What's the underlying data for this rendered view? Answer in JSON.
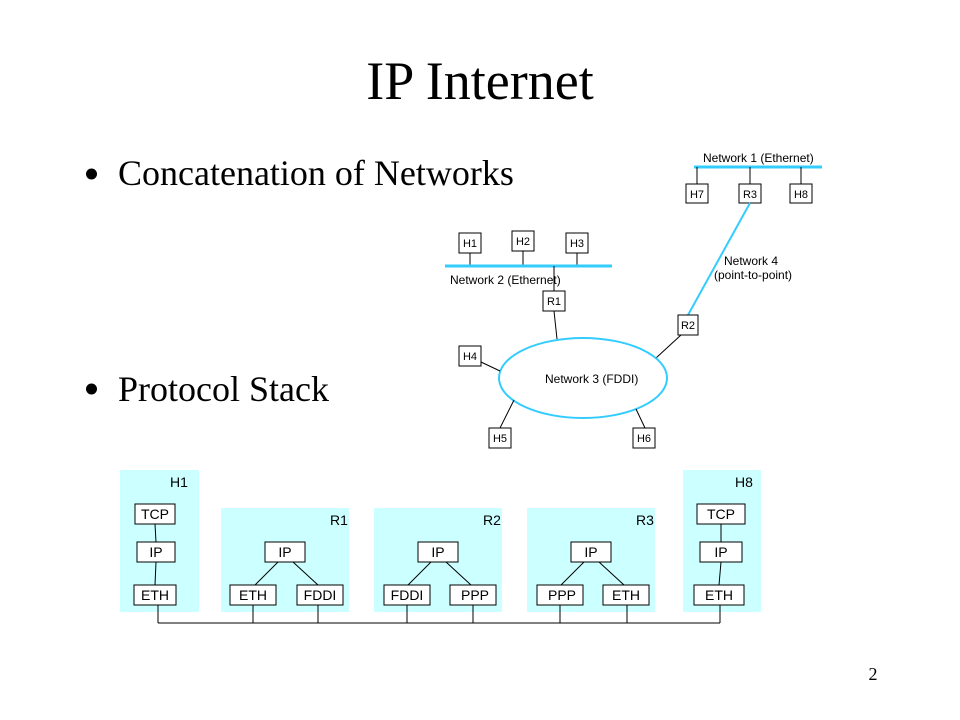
{
  "slide": {
    "title": "IP Internet",
    "bullets": [
      "Concatenation of Networks",
      "Protocol Stack"
    ],
    "page_number": "2"
  },
  "network_diagram": {
    "networks": {
      "network_1": "Network 1 (Ethernet)",
      "network_2": "Network 2 (Ethernet)",
      "network_3": "Network 3 (FDDI)",
      "network_4": [
        "Network 4",
        "(point-to-point)"
      ]
    },
    "hosts": {
      "h1": "H1",
      "h2": "H2",
      "h3": "H3",
      "h4": "H4",
      "h5": "H5",
      "h6": "H6",
      "h7": "H7",
      "h8": "H8"
    },
    "routers": {
      "r1": "R1",
      "r2": "R2",
      "r3": "R3"
    }
  },
  "protocol_stack": {
    "h1": {
      "label": "H1",
      "layers": [
        "TCP",
        "IP",
        "ETH"
      ]
    },
    "r1": {
      "label": "R1",
      "ip": "IP",
      "links": [
        "ETH",
        "FDDI"
      ]
    },
    "r2": {
      "label": "R2",
      "ip": "IP",
      "links": [
        "FDDI",
        "PPP"
      ]
    },
    "r3": {
      "label": "R3",
      "ip": "IP",
      "links": [
        "PPP",
        "ETH"
      ]
    },
    "h8": {
      "label": "H8",
      "layers": [
        "TCP",
        "IP",
        "ETH"
      ]
    }
  },
  "colors": {
    "network_line": "#33ccff",
    "stack_panel": "#ccffff",
    "ink": "#000000",
    "background": "#ffffff"
  }
}
